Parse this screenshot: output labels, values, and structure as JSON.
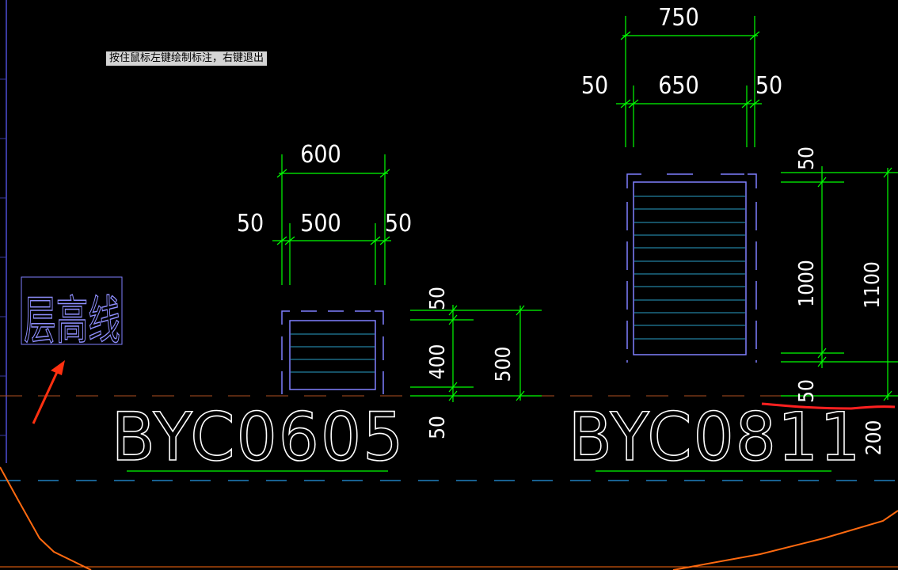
{
  "tooltip": "按住鼠标左键绘制标注，右键退出",
  "floor_line_label": "层高线",
  "windows": [
    {
      "id": "BYC0605",
      "dims": {
        "total_width": "600",
        "inner_width": "500",
        "left_side": "50",
        "right_side": "50",
        "top_margin": "50",
        "inner_height": "400",
        "total_height": "500",
        "bottom_margin": "50"
      }
    },
    {
      "id": "BYC0811",
      "dims": {
        "total_width": "750",
        "inner_width": "650",
        "left_side": "50",
        "right_side": "50",
        "top_margin": "50",
        "inner_height": "1000",
        "total_height": "1100",
        "bottom_margin": "50",
        "extra": "200"
      }
    }
  ],
  "colors": {
    "background": "#000000",
    "dimension_line": "#00ff00",
    "window_frame": "#7f7fff",
    "floor_line": "#ff7f27",
    "annotation": "#ff2020",
    "arrow": "#ff3010"
  }
}
